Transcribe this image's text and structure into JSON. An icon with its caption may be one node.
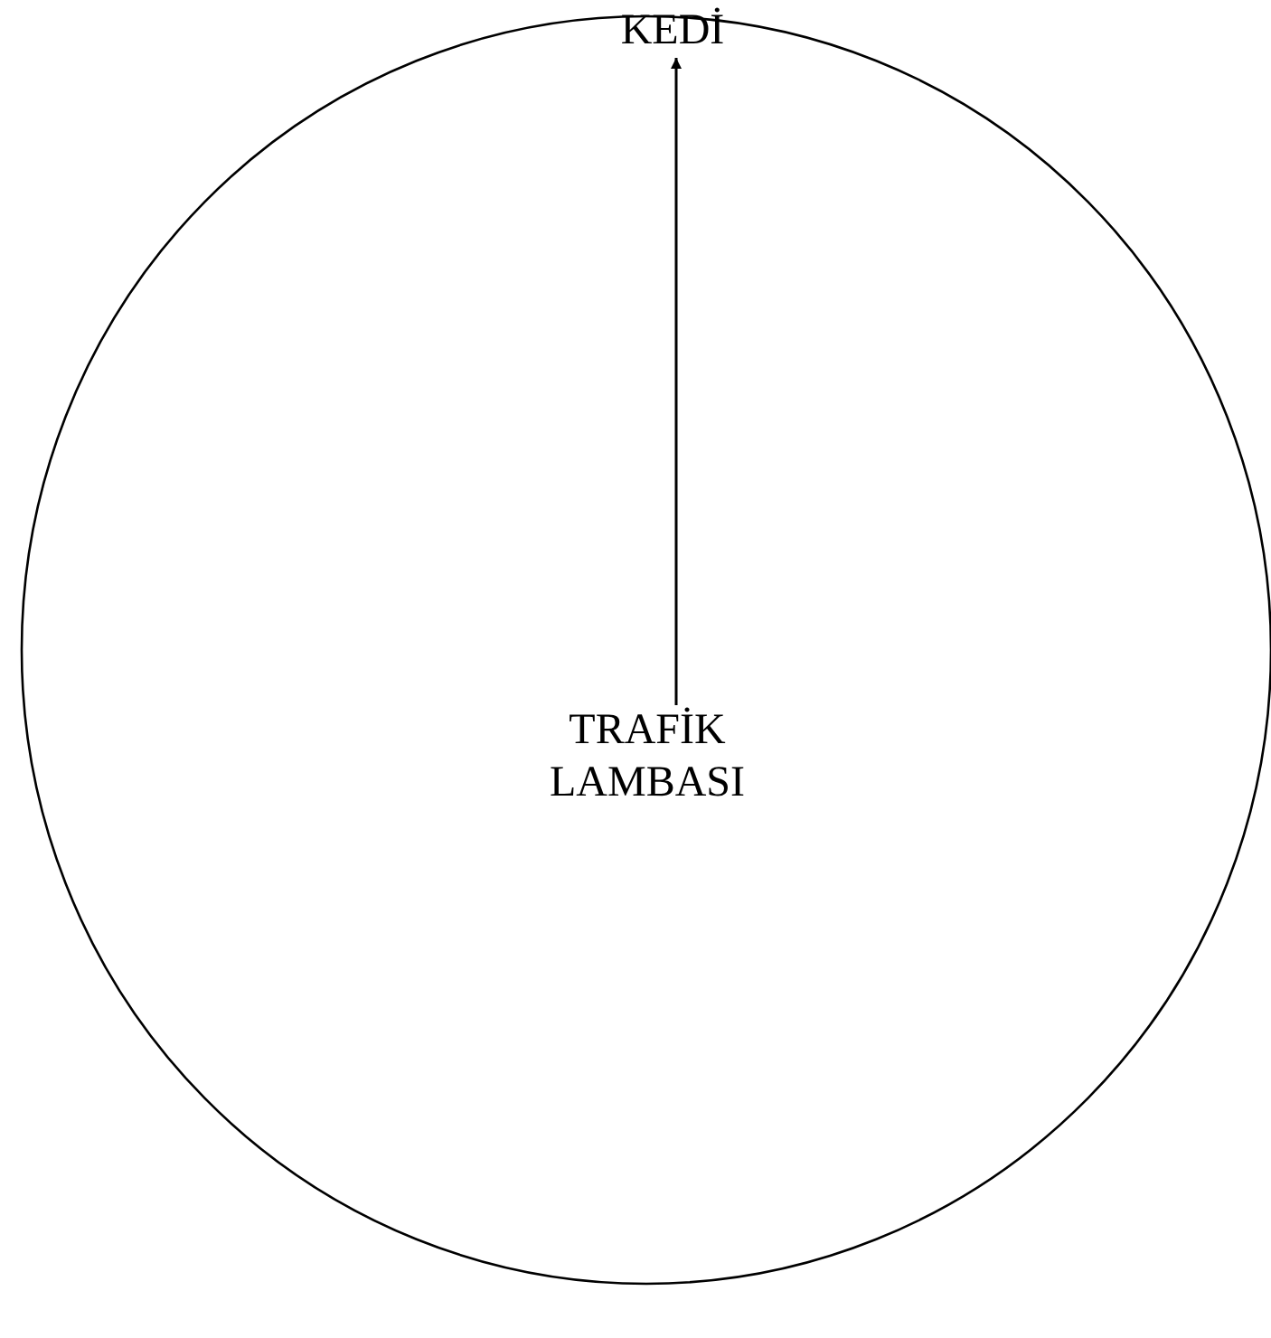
{
  "diagram": {
    "nodes": [
      {
        "text": [],
        "shape": "circle"
      },
      {
        "text": [
          "TRAFİK LAMBASI"
        ],
        "in": 0
      },
      {
        "text": [
          "KEDİ"
        ]
      }
    ],
    "edges": [
      {
        "from": 1,
        "to": 2,
        "arrow": "to"
      }
    ]
  }
}
